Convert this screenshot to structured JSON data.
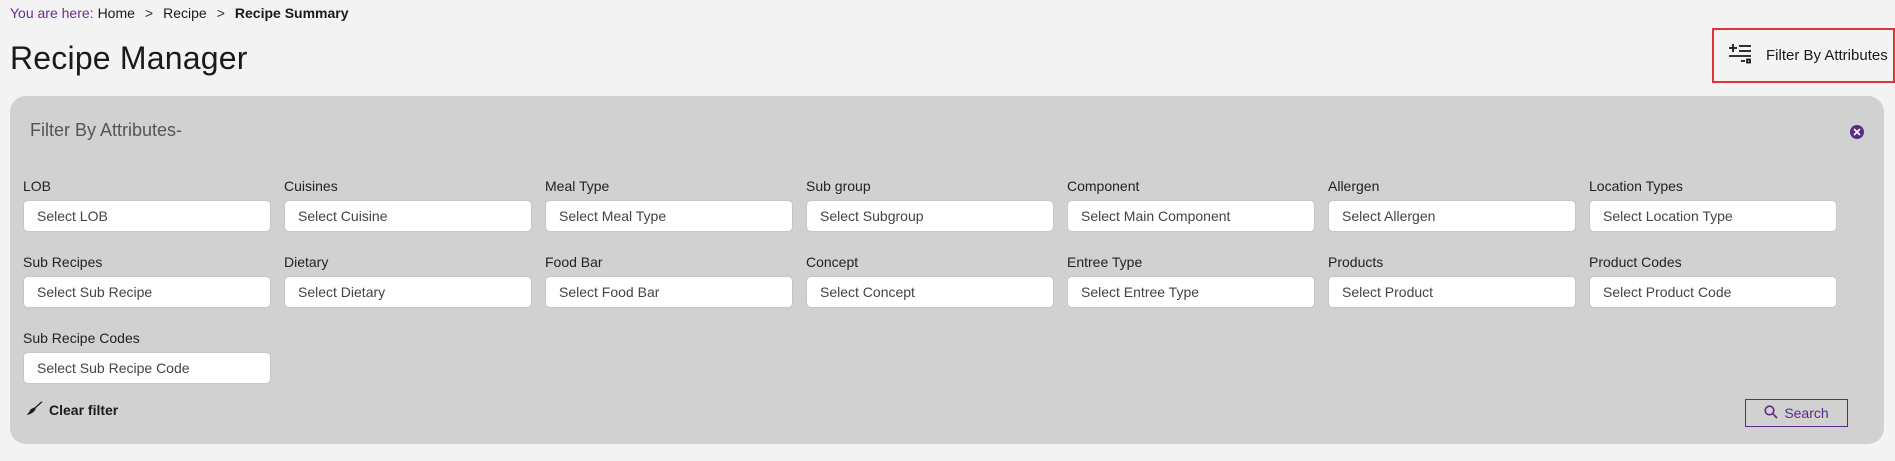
{
  "breadcrumb": {
    "prefix": "You are here:",
    "items": [
      "Home",
      "Recipe",
      "Recipe Summary"
    ],
    "separator": ">"
  },
  "page": {
    "title": "Recipe Manager"
  },
  "filter_toggle": {
    "label": "Filter By Attributes",
    "icon": "filter-add-icon",
    "highlight_color": "#e03535"
  },
  "panel": {
    "title": "Filter By Attributes-",
    "fields": [
      {
        "label": "LOB",
        "placeholder": "Select LOB"
      },
      {
        "label": "Cuisines",
        "placeholder": "Select Cuisine"
      },
      {
        "label": "Meal Type",
        "placeholder": "Select Meal Type"
      },
      {
        "label": "Sub group",
        "placeholder": "Select Subgroup"
      },
      {
        "label": "Component",
        "placeholder": "Select Main Component"
      },
      {
        "label": "Allergen",
        "placeholder": "Select Allergen"
      },
      {
        "label": "Location Types",
        "placeholder": "Select Location Type"
      },
      {
        "label": "Sub Recipes",
        "placeholder": "Select Sub Recipe"
      },
      {
        "label": "Dietary",
        "placeholder": "Select Dietary"
      },
      {
        "label": "Food Bar",
        "placeholder": "Select Food Bar"
      },
      {
        "label": "Concept",
        "placeholder": "Select Concept"
      },
      {
        "label": "Entree Type",
        "placeholder": "Select Entree Type"
      },
      {
        "label": "Products",
        "placeholder": "Select Product"
      },
      {
        "label": "Product Codes",
        "placeholder": "Select Product Code"
      },
      {
        "label": "Sub Recipe Codes",
        "placeholder": "Select Sub Recipe Code"
      }
    ],
    "clear_filter_label": "Clear filter",
    "search_label": "Search"
  },
  "colors": {
    "accent": "#5b2a86",
    "panel_bg": "#d1d1d1",
    "page_bg": "#f3f3f3"
  }
}
